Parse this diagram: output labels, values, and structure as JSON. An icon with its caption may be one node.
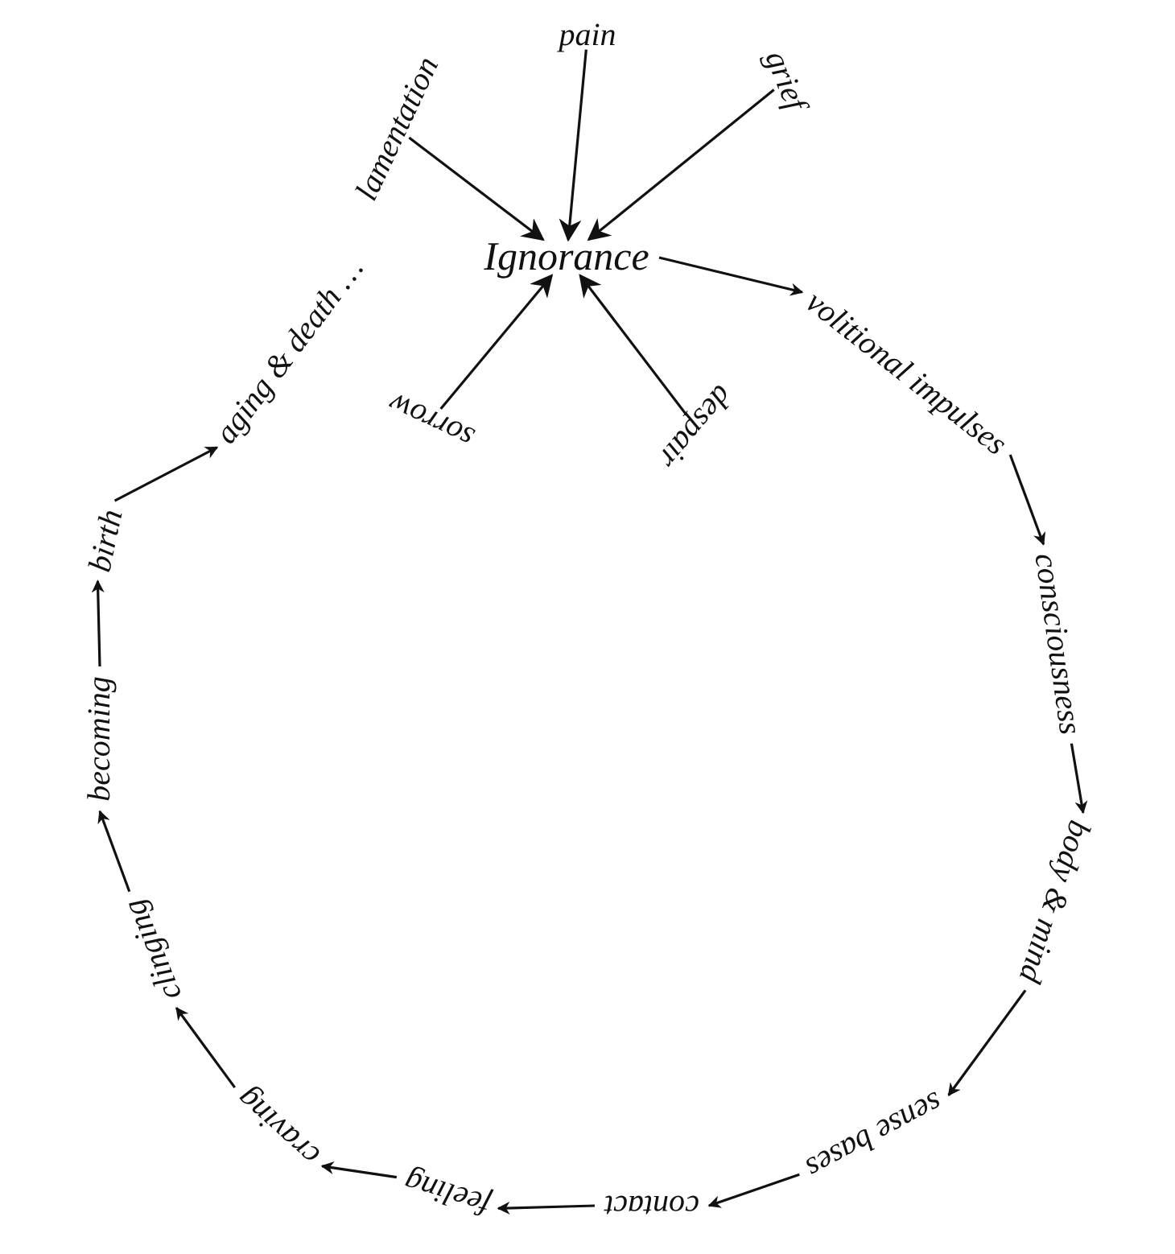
{
  "diagram": {
    "nodes": [
      {
        "text": [
          "Ignorance"
        ]
      },
      {
        "text": [
          "volitional impulses"
        ]
      },
      {
        "text": [
          "consciousness"
        ]
      },
      {
        "text": [
          "body & mind"
        ]
      },
      {
        "text": [
          "sense bases"
        ]
      },
      {
        "text": [
          "contact"
        ]
      },
      {
        "text": [
          "feeling"
        ]
      },
      {
        "text": [
          "craving"
        ]
      },
      {
        "text": [
          "clinging"
        ]
      },
      {
        "text": [
          "becoming"
        ]
      },
      {
        "text": [
          "birth"
        ]
      },
      {
        "text": [
          "aging & death …"
        ]
      },
      {
        "text": [
          "pain"
        ]
      },
      {
        "text": [
          "lamentation"
        ]
      },
      {
        "text": [
          "grief"
        ]
      },
      {
        "text": [
          "sorrow"
        ]
      },
      {
        "text": [
          "despair"
        ]
      }
    ],
    "edges": [
      {
        "from": 0,
        "to": 1,
        "arrow": "to"
      },
      {
        "from": 1,
        "to": 2,
        "arrow": "to"
      },
      {
        "from": 2,
        "to": 3,
        "arrow": "to"
      },
      {
        "from": 3,
        "to": 4,
        "arrow": "to"
      },
      {
        "from": 4,
        "to": 5,
        "arrow": "to"
      },
      {
        "from": 5,
        "to": 6,
        "arrow": "to"
      },
      {
        "from": 6,
        "to": 7,
        "arrow": "to"
      },
      {
        "from": 7,
        "to": 8,
        "arrow": "to"
      },
      {
        "from": 8,
        "to": 9,
        "arrow": "to"
      },
      {
        "from": 9,
        "to": 10,
        "arrow": "to"
      },
      {
        "from": 10,
        "to": 11,
        "arrow": "to"
      },
      {
        "from": 12,
        "to": 0,
        "arrow": "to"
      },
      {
        "from": 13,
        "to": 0,
        "arrow": "to"
      },
      {
        "from": 14,
        "to": 0,
        "arrow": "to"
      },
      {
        "from": 15,
        "to": 0,
        "arrow": "to"
      },
      {
        "from": 16,
        "to": 0,
        "arrow": "to"
      }
    ]
  }
}
